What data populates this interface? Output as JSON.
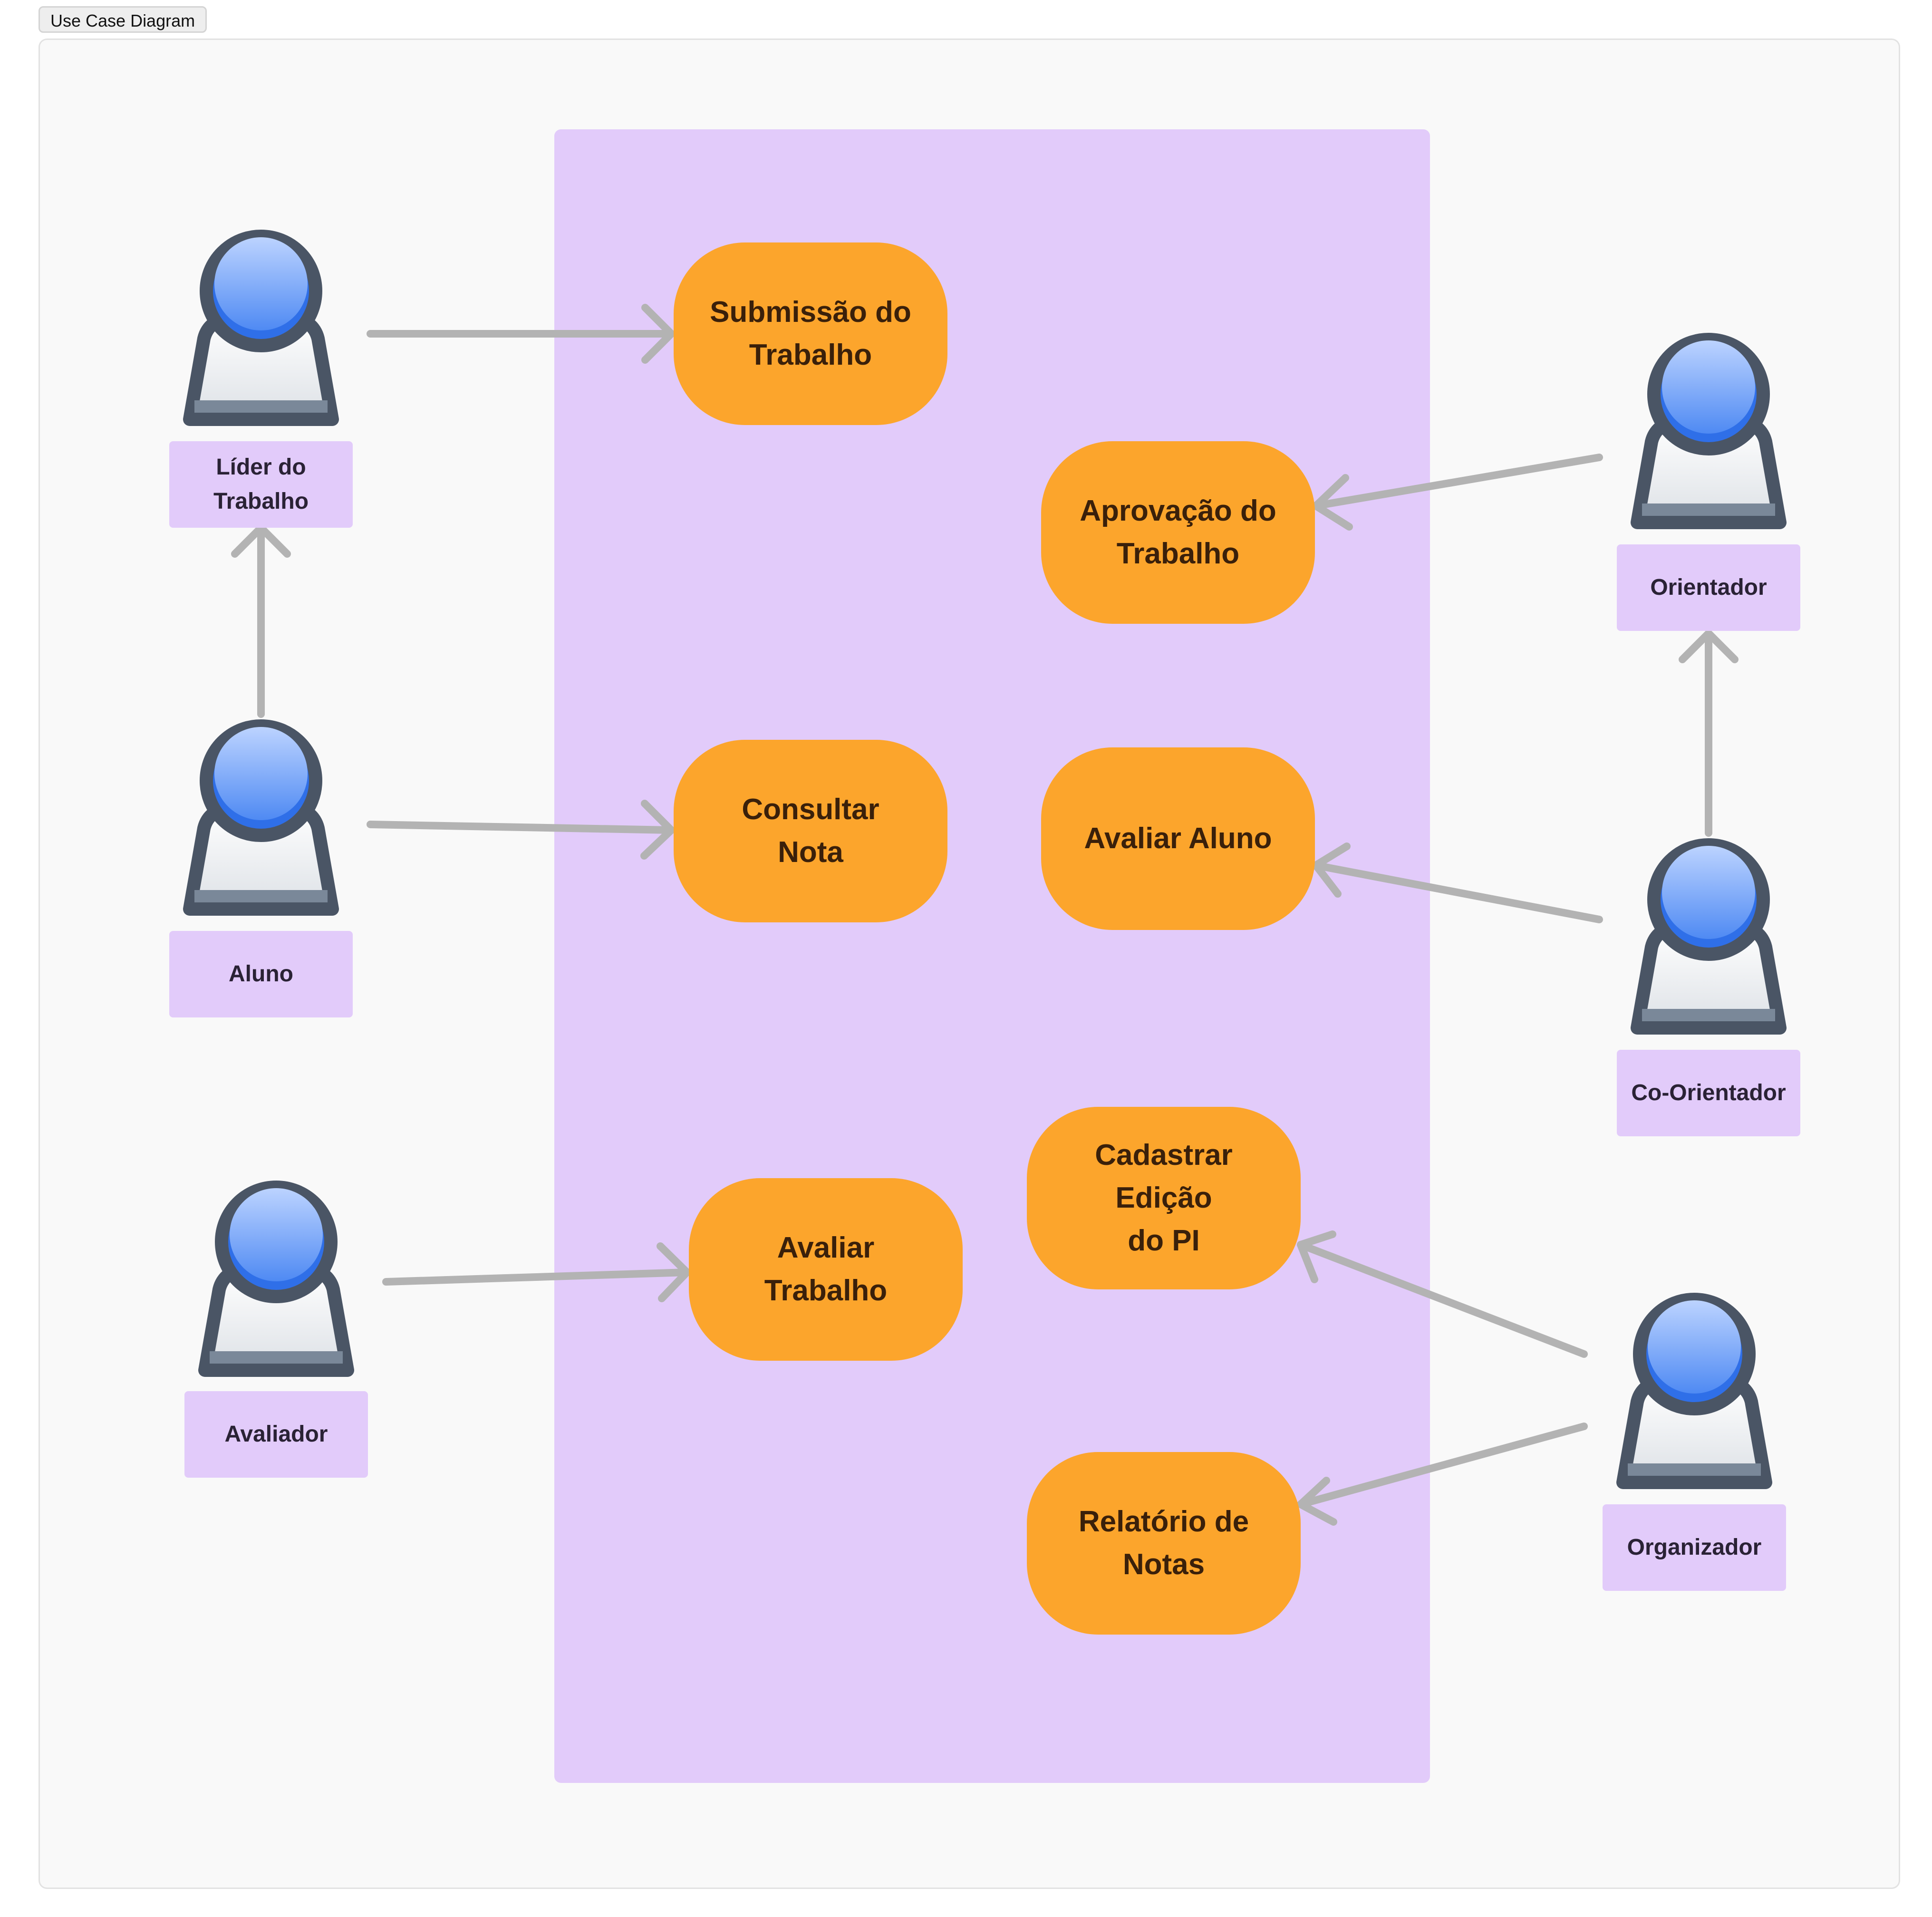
{
  "tab_label": "Use Case Diagram",
  "colors": {
    "system_boundary": "#e2cbfa",
    "use_case": "#fca52c",
    "actor_label_bg": "#e2cbfa",
    "arrow": "#b3b3b3",
    "actor_head": "#5b92f5",
    "actor_outline": "#4a5565"
  },
  "actors": {
    "lider": "Líder do\nTrabalho",
    "aluno": "Aluno",
    "avaliador": "Avaliador",
    "orientador": "Orientador",
    "co_orientador": "Co-Orientador",
    "organizador": "Organizador"
  },
  "use_cases": {
    "submissao": "Submissão do\nTrabalho",
    "aprovacao": "Aprovação do\nTrabalho",
    "consultar": "Consultar\nNota",
    "avaliar_aluno": "Avaliar Aluno",
    "cadastrar": "Cadastrar Edição\ndo PI",
    "avaliar_trabalho": "Avaliar\nTrabalho",
    "relatorio": "Relatório de\nNotas"
  },
  "relations": [
    {
      "from": "Líder do Trabalho",
      "to": "Submissão do Trabalho"
    },
    {
      "from": "Aluno",
      "to": "Líder do Trabalho"
    },
    {
      "from": "Aluno",
      "to": "Consultar Nota"
    },
    {
      "from": "Avaliador",
      "to": "Avaliar Trabalho"
    },
    {
      "from": "Orientador",
      "to": "Aprovação do Trabalho"
    },
    {
      "from": "Co-Orientador",
      "to": "Orientador"
    },
    {
      "from": "Co-Orientador",
      "to": "Avaliar Aluno"
    },
    {
      "from": "Organizador",
      "to": "Cadastrar Edição do PI"
    },
    {
      "from": "Organizador",
      "to": "Relatório de Notas"
    }
  ]
}
